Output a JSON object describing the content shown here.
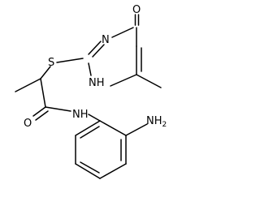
{
  "diagram": {
    "type": "chemical-structure",
    "atoms": {
      "oxygen_ring": "O",
      "nitrogen_ring_top": "N",
      "sulfur": "S",
      "nitrogen_ring_h": "NH",
      "oxygen_amide": "O",
      "nitrogen_amide": "NH",
      "amine": "NH",
      "amine_subscript": "2"
    }
  }
}
